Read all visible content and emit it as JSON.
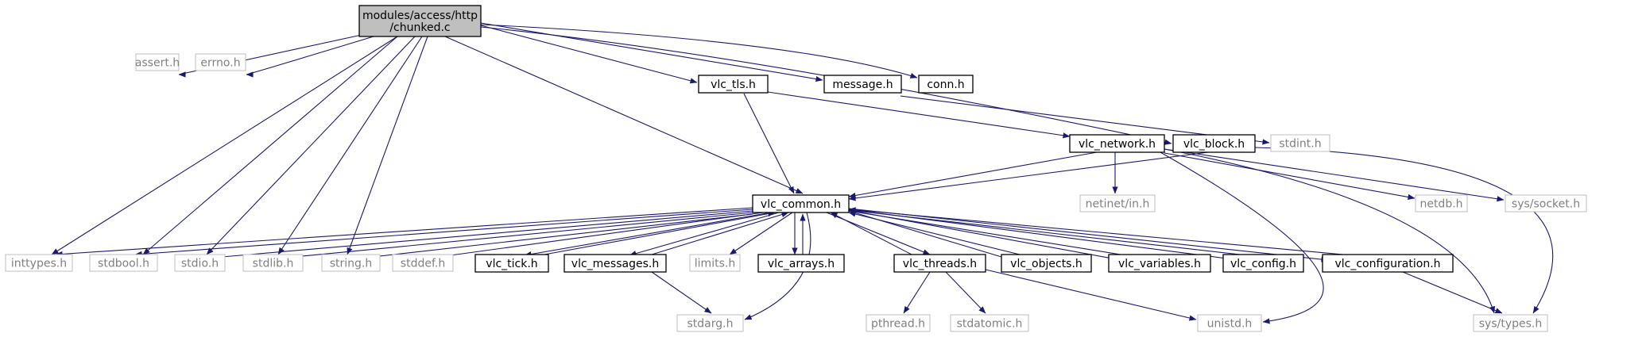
{
  "graph": {
    "root": "modules/access/http/chunked.c",
    "nodes": [
      {
        "id": "root",
        "label": [
          "modules/access/http",
          "/chunked.c"
        ],
        "style": "root"
      },
      {
        "id": "assert",
        "label": [
          "assert.h"
        ],
        "style": "missing"
      },
      {
        "id": "errno",
        "label": [
          "errno.h"
        ],
        "style": "missing"
      },
      {
        "id": "vlc_tls",
        "label": [
          "vlc_tls.h"
        ],
        "style": "file"
      },
      {
        "id": "message",
        "label": [
          "message.h"
        ],
        "style": "file"
      },
      {
        "id": "conn",
        "label": [
          "conn.h"
        ],
        "style": "file"
      },
      {
        "id": "vlc_network",
        "label": [
          "vlc_network.h"
        ],
        "style": "file"
      },
      {
        "id": "vlc_block",
        "label": [
          "vlc_block.h"
        ],
        "style": "file"
      },
      {
        "id": "stdint",
        "label": [
          "stdint.h"
        ],
        "style": "missing"
      },
      {
        "id": "vlc_common",
        "label": [
          "vlc_common.h"
        ],
        "style": "file"
      },
      {
        "id": "netinet_in",
        "label": [
          "netinet/in.h"
        ],
        "style": "missing"
      },
      {
        "id": "netdb",
        "label": [
          "netdb.h"
        ],
        "style": "missing"
      },
      {
        "id": "sys_socket",
        "label": [
          "sys/socket.h"
        ],
        "style": "missing"
      },
      {
        "id": "inttypes",
        "label": [
          "inttypes.h"
        ],
        "style": "missing"
      },
      {
        "id": "stdbool",
        "label": [
          "stdbool.h"
        ],
        "style": "missing"
      },
      {
        "id": "stdio",
        "label": [
          "stdio.h"
        ],
        "style": "missing"
      },
      {
        "id": "stdlib",
        "label": [
          "stdlib.h"
        ],
        "style": "missing"
      },
      {
        "id": "string",
        "label": [
          "string.h"
        ],
        "style": "missing"
      },
      {
        "id": "stddef",
        "label": [
          "stddef.h"
        ],
        "style": "missing"
      },
      {
        "id": "vlc_tick",
        "label": [
          "vlc_tick.h"
        ],
        "style": "file"
      },
      {
        "id": "vlc_messages",
        "label": [
          "vlc_messages.h"
        ],
        "style": "file"
      },
      {
        "id": "limits",
        "label": [
          "limits.h"
        ],
        "style": "missing"
      },
      {
        "id": "vlc_arrays",
        "label": [
          "vlc_arrays.h"
        ],
        "style": "file"
      },
      {
        "id": "vlc_threads",
        "label": [
          "vlc_threads.h"
        ],
        "style": "file"
      },
      {
        "id": "vlc_objects",
        "label": [
          "vlc_objects.h"
        ],
        "style": "file"
      },
      {
        "id": "vlc_variables",
        "label": [
          "vlc_variables.h"
        ],
        "style": "file"
      },
      {
        "id": "vlc_config",
        "label": [
          "vlc_config.h"
        ],
        "style": "file"
      },
      {
        "id": "vlc_configuration",
        "label": [
          "vlc_configuration.h"
        ],
        "style": "file"
      },
      {
        "id": "stdarg",
        "label": [
          "stdarg.h"
        ],
        "style": "missing"
      },
      {
        "id": "pthread",
        "label": [
          "pthread.h"
        ],
        "style": "missing"
      },
      {
        "id": "stdatomic",
        "label": [
          "stdatomic.h"
        ],
        "style": "missing"
      },
      {
        "id": "unistd",
        "label": [
          "unistd.h"
        ],
        "style": "missing"
      },
      {
        "id": "sys_types",
        "label": [
          "sys/types.h"
        ],
        "style": "missing"
      }
    ],
    "edges": [
      [
        "root",
        "assert"
      ],
      [
        "root",
        "errno"
      ],
      [
        "root",
        "vlc_tls"
      ],
      [
        "root",
        "message"
      ],
      [
        "root",
        "conn"
      ],
      [
        "root",
        "vlc_block"
      ],
      [
        "root",
        "vlc_common"
      ],
      [
        "root",
        "inttypes"
      ],
      [
        "root",
        "stdbool"
      ],
      [
        "root",
        "stdio"
      ],
      [
        "root",
        "stdlib"
      ],
      [
        "root",
        "string"
      ],
      [
        "vlc_tls",
        "vlc_network"
      ],
      [
        "vlc_tls",
        "vlc_common"
      ],
      [
        "message",
        "stdint"
      ],
      [
        "vlc_network",
        "vlc_common"
      ],
      [
        "vlc_network",
        "netinet_in"
      ],
      [
        "vlc_network",
        "netdb"
      ],
      [
        "vlc_network",
        "sys_socket"
      ],
      [
        "vlc_network",
        "sys_types"
      ],
      [
        "vlc_network",
        "unistd"
      ],
      [
        "vlc_block",
        "vlc_common"
      ],
      [
        "vlc_block",
        "sys_types"
      ],
      [
        "vlc_common",
        "inttypes"
      ],
      [
        "vlc_common",
        "stdbool"
      ],
      [
        "vlc_common",
        "stdio"
      ],
      [
        "vlc_common",
        "stdlib"
      ],
      [
        "vlc_common",
        "string"
      ],
      [
        "vlc_common",
        "stddef"
      ],
      [
        "vlc_common",
        "vlc_tick"
      ],
      [
        "vlc_common",
        "vlc_messages"
      ],
      [
        "vlc_common",
        "limits"
      ],
      [
        "vlc_common",
        "vlc_arrays"
      ],
      [
        "vlc_common",
        "vlc_threads"
      ],
      [
        "vlc_common",
        "vlc_objects"
      ],
      [
        "vlc_common",
        "vlc_variables"
      ],
      [
        "vlc_common",
        "vlc_config"
      ],
      [
        "vlc_common",
        "vlc_configuration"
      ],
      [
        "vlc_common",
        "stdarg"
      ],
      [
        "vlc_tick",
        "vlc_common"
      ],
      [
        "vlc_messages",
        "vlc_common"
      ],
      [
        "vlc_arrays",
        "vlc_common"
      ],
      [
        "vlc_threads",
        "vlc_common"
      ],
      [
        "vlc_objects",
        "vlc_common"
      ],
      [
        "vlc_variables",
        "vlc_common"
      ],
      [
        "vlc_config",
        "vlc_common"
      ],
      [
        "vlc_configuration",
        "vlc_common"
      ],
      [
        "vlc_messages",
        "stdarg"
      ],
      [
        "vlc_threads",
        "pthread"
      ],
      [
        "vlc_threads",
        "stdatomic"
      ],
      [
        "vlc_threads",
        "unistd"
      ],
      [
        "vlc_configuration",
        "sys_types"
      ]
    ],
    "colors": {
      "edge": "#191970",
      "root_fill": "#bfbfbf",
      "root_border": "#000000",
      "file_border": "#000000",
      "missing_border": "#bfbfbf",
      "missing_text": "#808080",
      "text": "#000000"
    }
  }
}
